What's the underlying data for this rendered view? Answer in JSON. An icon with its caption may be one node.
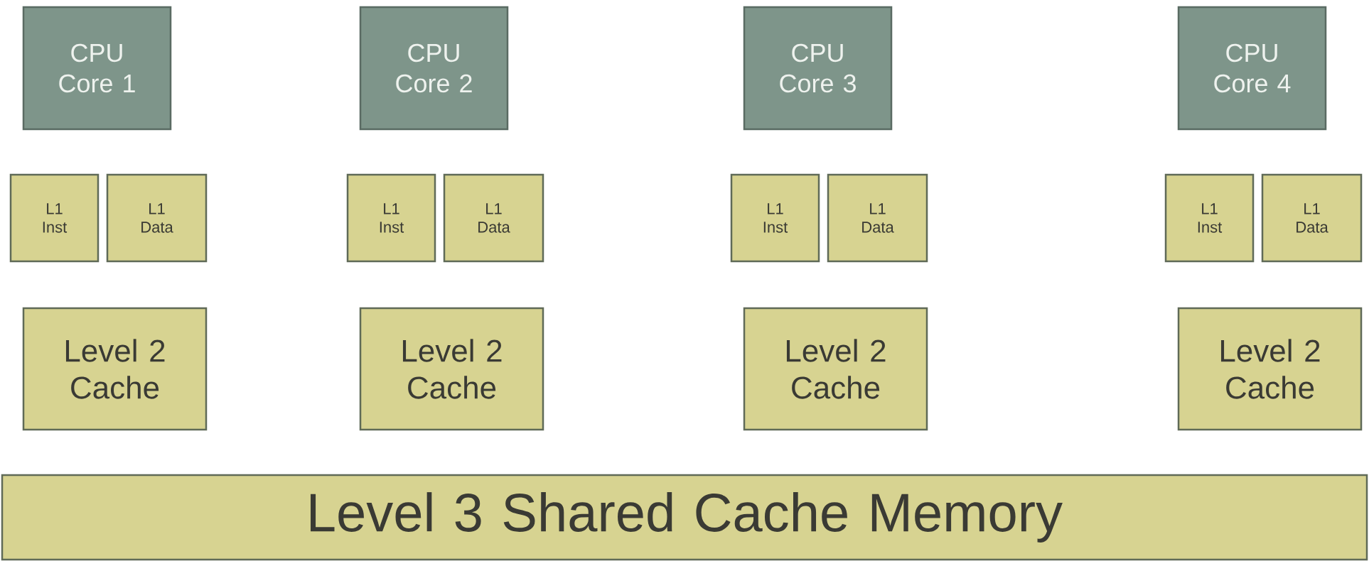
{
  "diagram": {
    "nodes": [
      {
        "text": [
          "CPU Core 1"
        ]
      },
      {
        "text": [
          "CPU Core 2"
        ]
      },
      {
        "text": [
          "CPU Core 3"
        ]
      },
      {
        "text": [
          "CPU Core 4"
        ]
      },
      {
        "text": [
          "L1 Inst"
        ]
      },
      {
        "text": [
          "L1 Data"
        ]
      },
      {
        "text": [
          "L1 Inst"
        ]
      },
      {
        "text": [
          "L1 Data"
        ]
      },
      {
        "text": [
          "L1 Inst"
        ]
      },
      {
        "text": [
          "L1 Data"
        ]
      },
      {
        "text": [
          "L1 Inst"
        ]
      },
      {
        "text": [
          "L1 Data"
        ]
      },
      {
        "text": [
          "Level 2 Cache"
        ]
      },
      {
        "text": [
          "Level 2 Cache"
        ]
      },
      {
        "text": [
          "Level 2 Cache"
        ]
      },
      {
        "text": [
          "Level 2 Cache"
        ]
      },
      {
        "text": [
          "Level 3 Shared Cache Memory"
        ]
      }
    ],
    "edges": []
  }
}
